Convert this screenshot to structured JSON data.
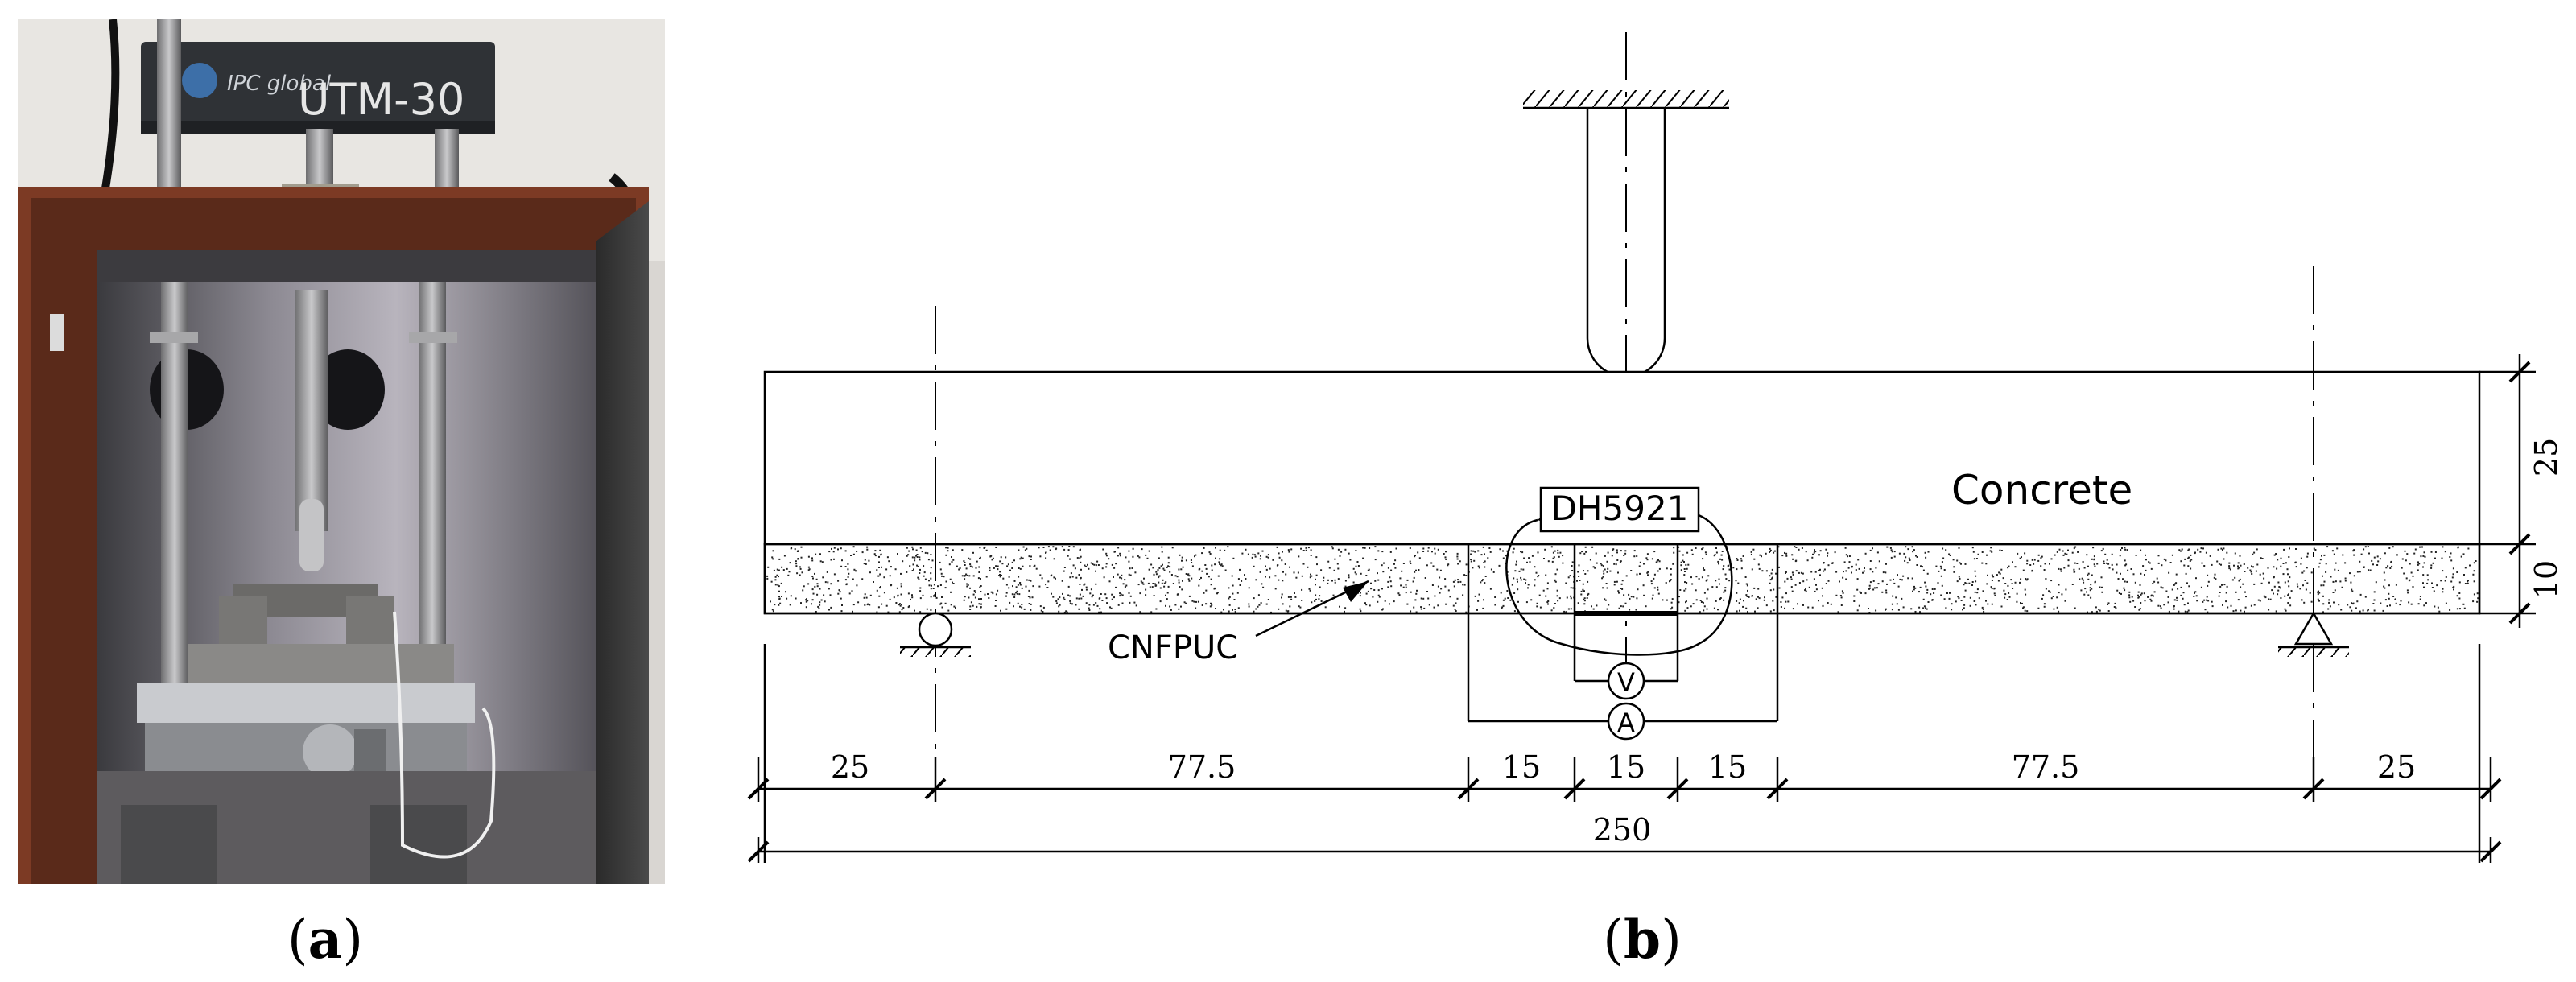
{
  "photo": {
    "machine_label": "UTM-30",
    "brand": "IPC global"
  },
  "diagram": {
    "material_top": "Concrete",
    "material_bottom": "CNFPUC",
    "instrument": "DH5921",
    "voltmeter": "V",
    "ammeter": "A",
    "dims_horizontal": [
      "25",
      "77.5",
      "15",
      "15",
      "15",
      "77.5",
      "25"
    ],
    "dim_total": "250",
    "dims_vertical": [
      "25",
      "10"
    ]
  },
  "captions": {
    "a": "(a)",
    "b": "(b)"
  }
}
